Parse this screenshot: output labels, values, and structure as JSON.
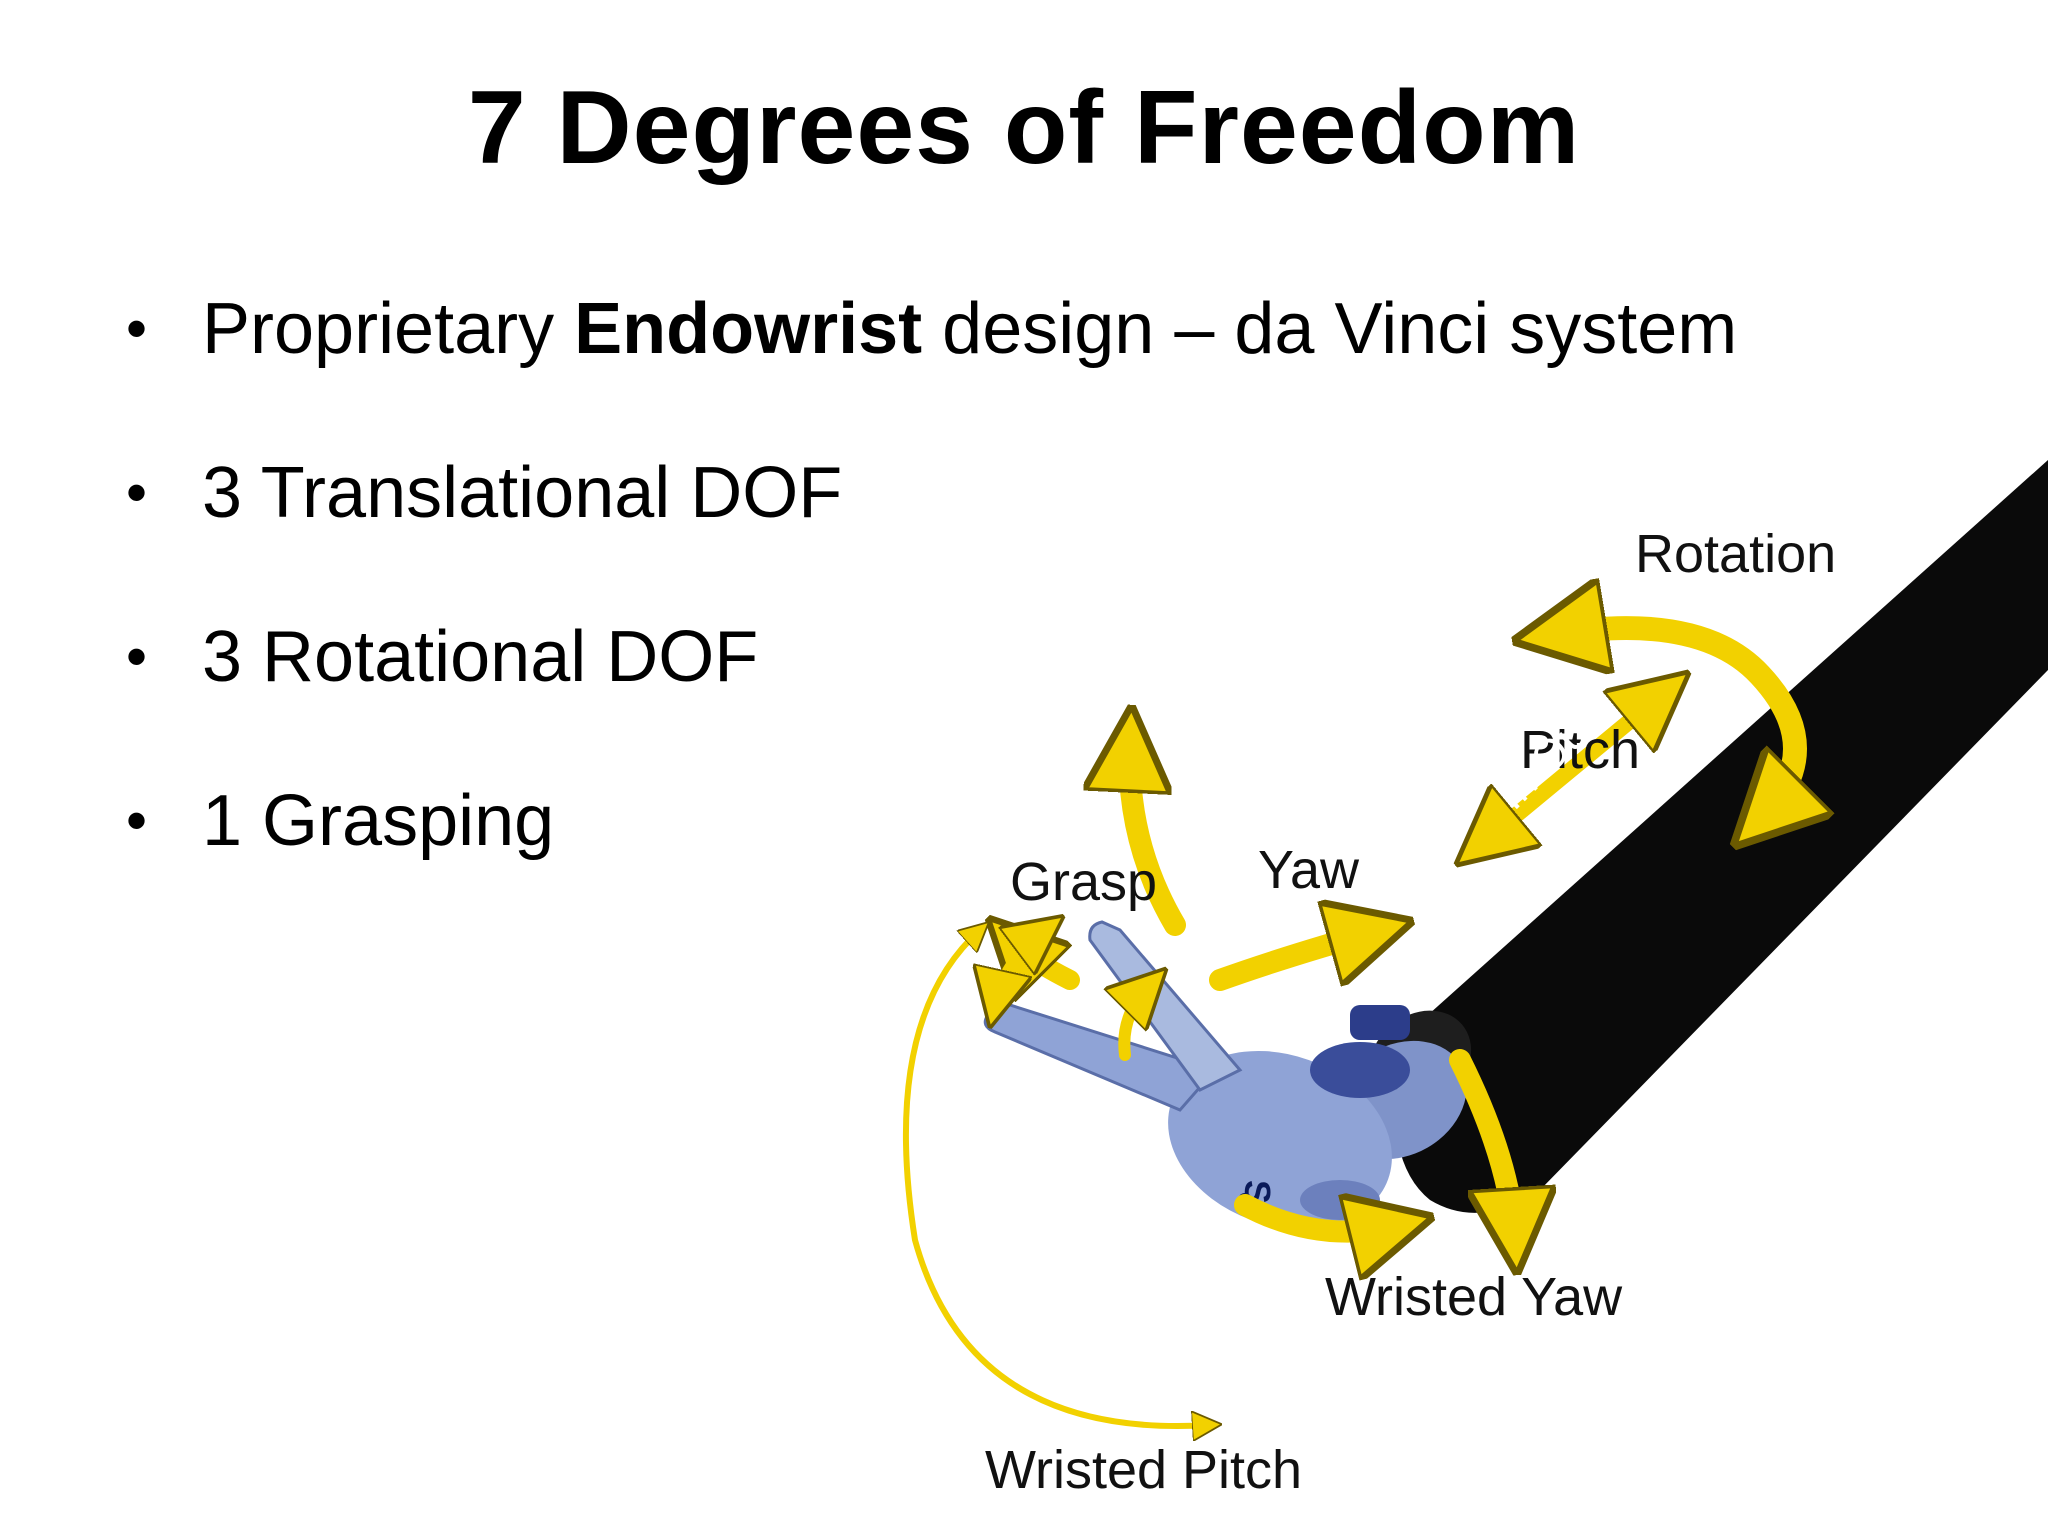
{
  "slide": {
    "title": "7 Degrees of Freedom",
    "bullets": {
      "b1": {
        "prefix": "Proprietary ",
        "bold": "Endowrist",
        "suffix": " design – da Vinci system"
      },
      "b2": {
        "text": "3 Translational DOF"
      },
      "b3": {
        "text": "3 Rotational DOF"
      },
      "b4": {
        "text": "1 Grasping"
      }
    },
    "bullet_symbol": "•"
  },
  "figure": {
    "labels": {
      "rotation": "Rotation",
      "pitch": "Pitch",
      "in_out": "In Out",
      "yaw": "Yaw",
      "grasp": "Grasp",
      "wristed_yaw": "Wristed Yaw",
      "wristed_pitch": "Wristed Pitch",
      "si": "SI"
    },
    "colors": {
      "arrow": "#f2d100",
      "arrow_outline": "#6b5a00",
      "shaft": "#0a0a0a",
      "instrument": "#8fa3d6",
      "instrument_dark": "#3a4d9a"
    }
  }
}
